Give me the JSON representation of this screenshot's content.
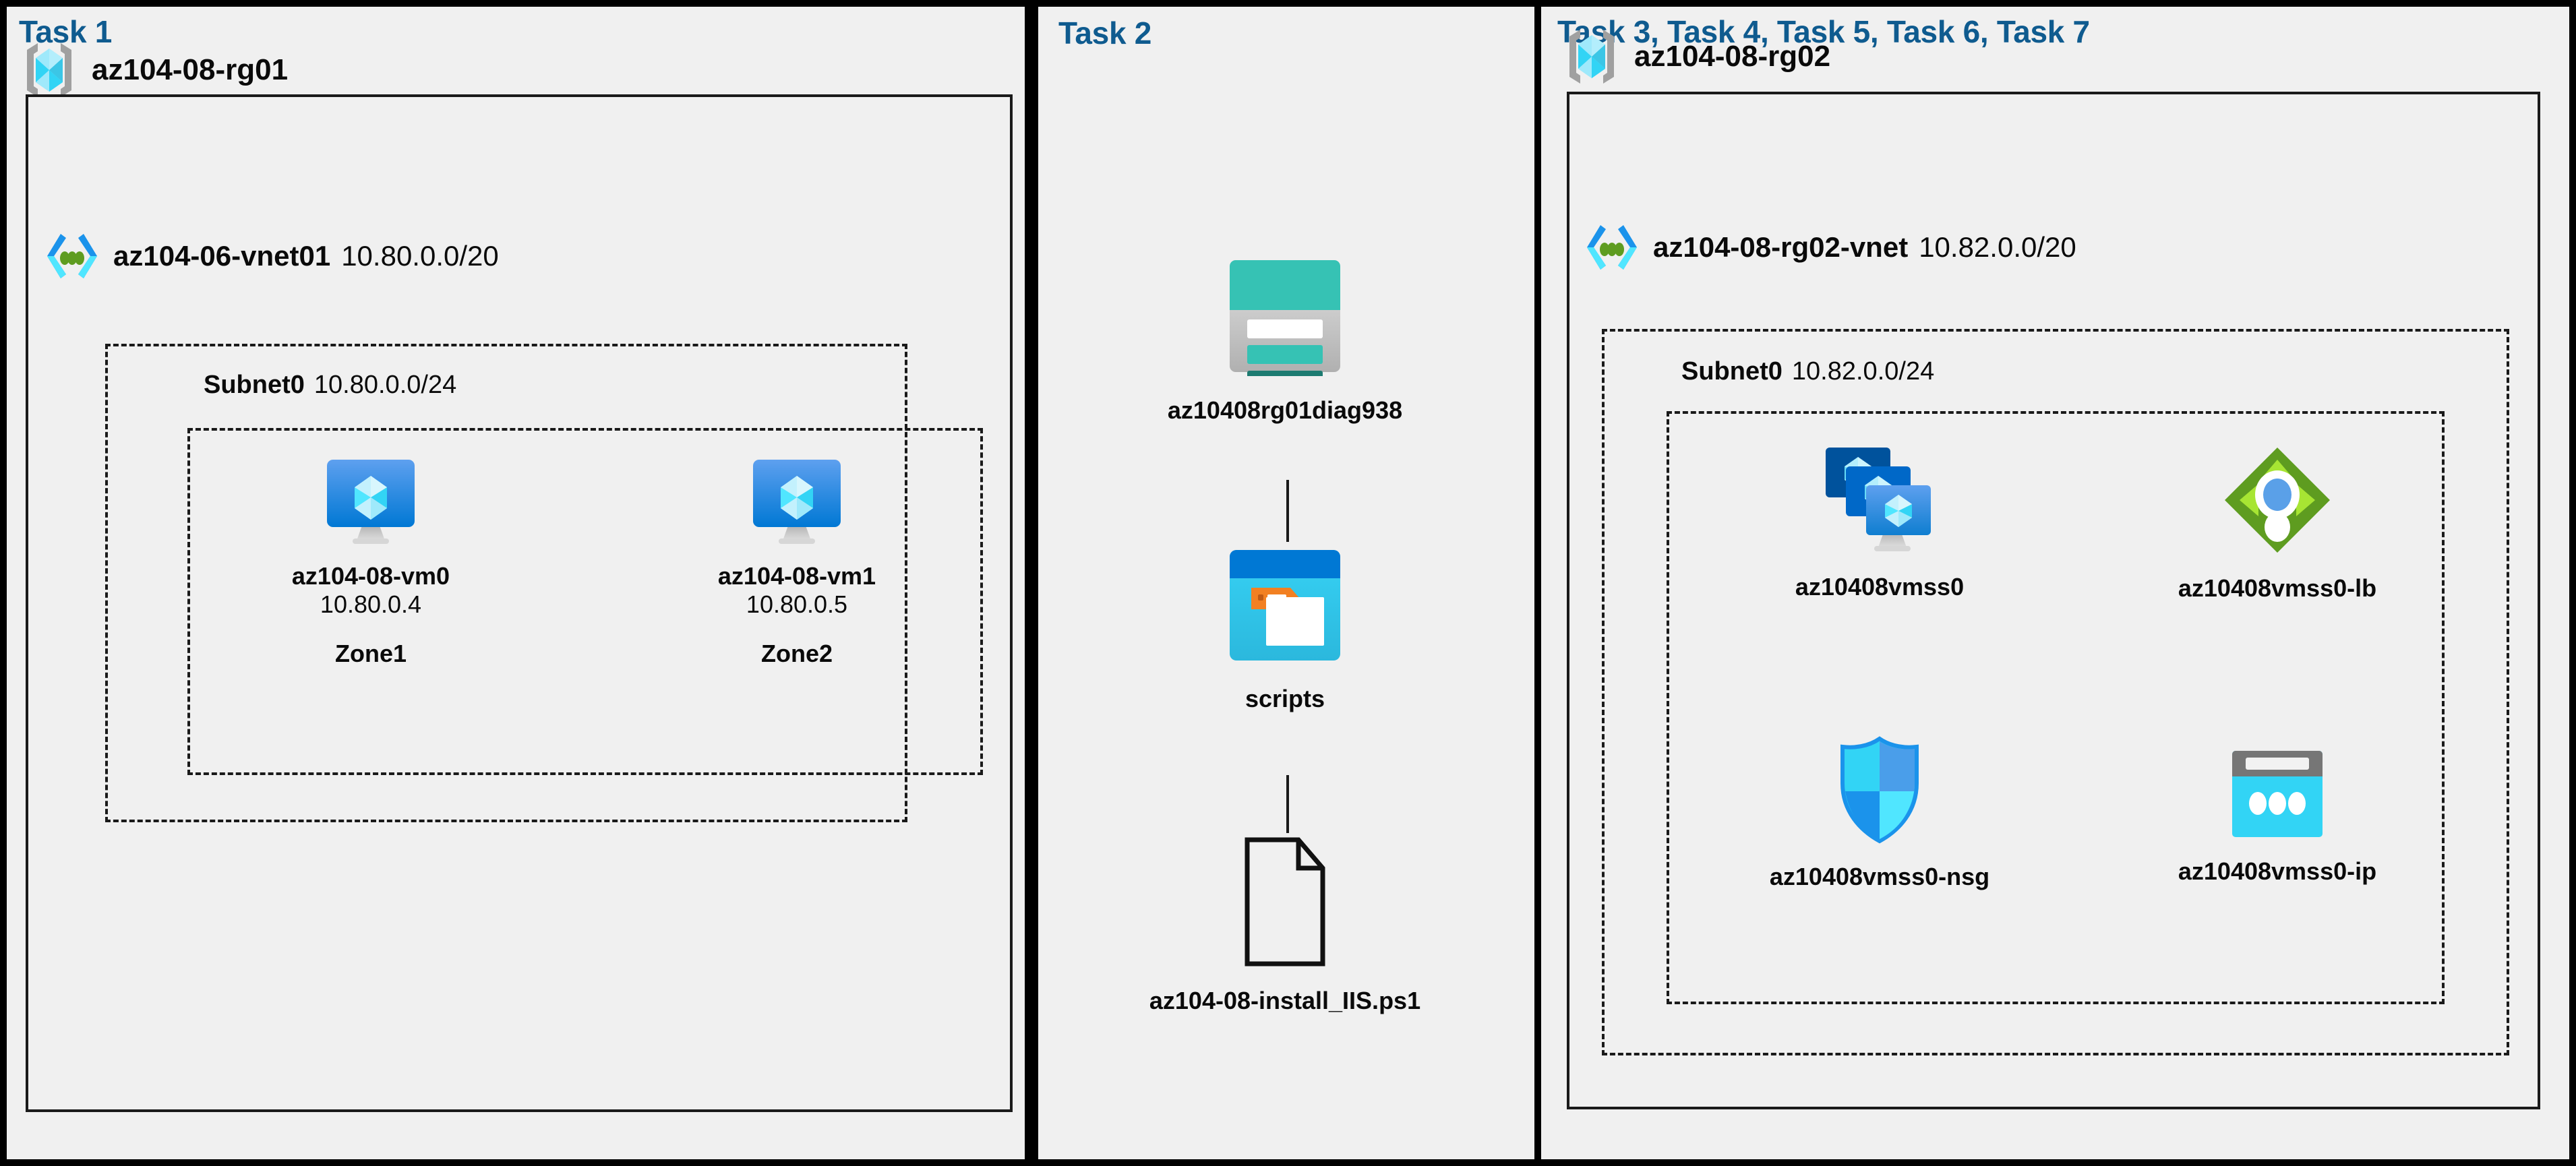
{
  "panels": [
    {
      "title": "Task 1",
      "resource_group": {
        "icon": "resource-group-icon",
        "name": "az104-08-rg01"
      },
      "vnet": {
        "icon": "virtual-network-icon",
        "name": "az104-06-vnet01",
        "cidr": "10.80.0.0/20"
      },
      "subnet": {
        "name": "Subnet0",
        "cidr": "10.80.0.0/24"
      },
      "vms": [
        {
          "icon": "virtual-machine-icon",
          "name": "az104-08-vm0",
          "ip": "10.80.0.4",
          "zone": "Zone1"
        },
        {
          "icon": "virtual-machine-icon",
          "name": "az104-08-vm1",
          "ip": "10.80.0.5",
          "zone": "Zone2"
        }
      ]
    },
    {
      "title": "Task 2",
      "items": [
        {
          "icon": "storage-account-icon",
          "name": "az10408rg01diag938"
        },
        {
          "icon": "blob-container-icon",
          "name": "scripts"
        },
        {
          "icon": "file-document-icon",
          "name": "az104-08-install_IIS.ps1"
        }
      ]
    },
    {
      "title": "Task 3, Task 4, Task 5, Task 6, Task 7",
      "resource_group": {
        "icon": "resource-group-icon",
        "name": "az104-08-rg02"
      },
      "vnet": {
        "icon": "virtual-network-icon",
        "name": "az104-08-rg02-vnet",
        "cidr": "10.82.0.0/20"
      },
      "subnet": {
        "name": "Subnet0",
        "cidr": "10.82.0.0/24"
      },
      "resources": [
        {
          "icon": "vm-scale-set-icon",
          "name": "az10408vmss0"
        },
        {
          "icon": "load-balancer-icon",
          "name": "az10408vmss0-lb"
        },
        {
          "icon": "network-security-group-icon",
          "name": "az10408vmss0-nsg"
        },
        {
          "icon": "public-ip-address-icon",
          "name": "az10408vmss0-ip"
        }
      ]
    }
  ],
  "colors": {
    "task_title": "#0f5b8f",
    "panel_background": "#f0f0f0",
    "border": "#1a1a1a",
    "storage_teal": "#36c2b4",
    "storage_teal_dark": "#1d7b71",
    "blob_blue": "#0078d4",
    "blob_cyan": "#32c8f0",
    "tag_orange": "#f28022",
    "lb_green": "#5e9c20",
    "lb_green_light": "#a7e533",
    "lb_blue": "#5aa0e8",
    "nsg_cyan": "#32d4f5",
    "nsg_blue": "#1b93eb",
    "ip_gray": "#767676",
    "vm_blue": "#0078d4"
  }
}
